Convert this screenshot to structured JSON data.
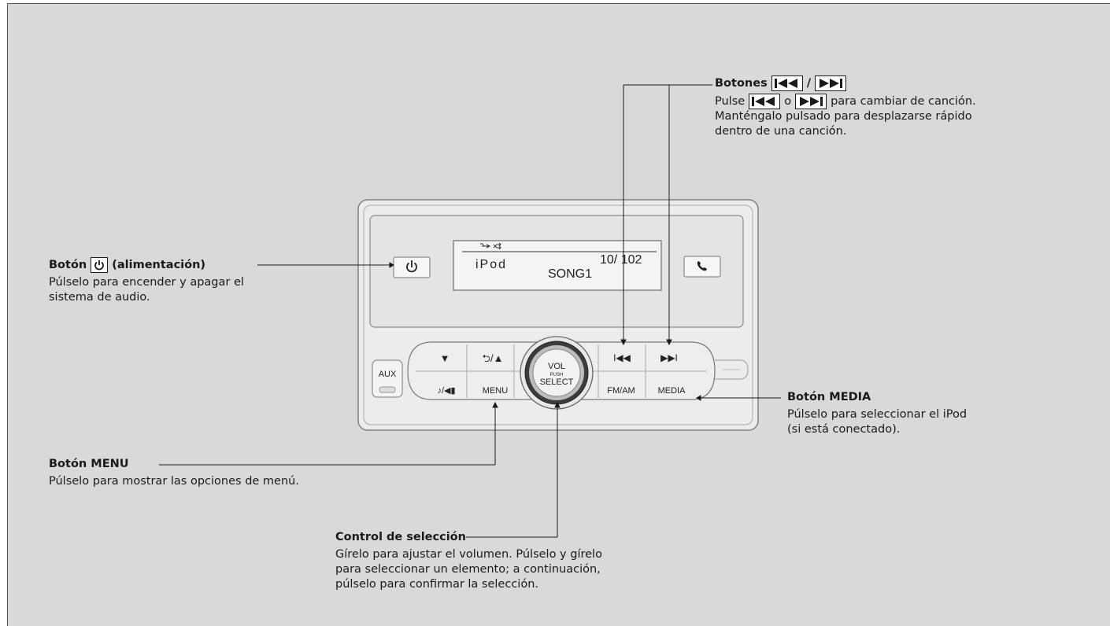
{
  "colors": {
    "background": "#d9d9d9",
    "panel": "#e9e9e9",
    "panel_stroke": "#7a7a7a",
    "text": "#1a1a1a",
    "line": "#1a1a1a"
  },
  "unit": {
    "display": {
      "usb_icon": "usb-icon",
      "shuffle_icon": "shuffle-icon",
      "source": "iPod",
      "track": "10/  102",
      "song": "SONG1"
    },
    "buttons": {
      "power_icon": "power-icon",
      "phone_icon": "phone-icon",
      "aux": "AUX",
      "down": "▼",
      "back_up": "⮌/▲",
      "music_mute": "♪/◀▮",
      "menu": "MENU",
      "prev": "I◀◀",
      "next": "▶▶I",
      "fm_am": "FM/AM",
      "media": "MEDIA"
    },
    "knob": {
      "line1": "VOL",
      "line2": "PUSH",
      "line3": "SELECT"
    }
  },
  "callouts": {
    "power": {
      "title_prefix": "Botón",
      "title_suffix": "(alimentación)",
      "icon": "power-icon",
      "description": "Púlselo para encender y apagar el\nsistema de audio."
    },
    "skip": {
      "title_prefix": "Botones",
      "separator": "/",
      "prev_icon": "skip-back-icon",
      "next_icon": "skip-forward-icon",
      "line1_prefix": "Pulse",
      "line1_mid": "o",
      "line1_suffix": "para cambiar de canción.",
      "description": "Manténgalo pulsado para desplazarse rápido\ndentro de una canción."
    },
    "media": {
      "title": "Botón MEDIA",
      "description": "Púlselo para seleccionar el iPod\n(si está conectado)."
    },
    "menu": {
      "title": "Botón MENU",
      "description": "Púlselo para mostrar las opciones de menú."
    },
    "select": {
      "title": "Control  de selección",
      "description": "Gírelo para ajustar el volumen. Púlselo y gírelo\npara seleccionar un elemento; a continuación,\npúlselo para confirmar la selección."
    }
  }
}
